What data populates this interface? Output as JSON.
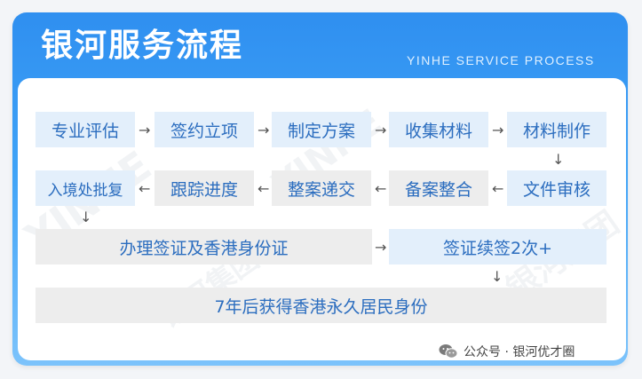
{
  "header": {
    "title": "银河服务流程",
    "subtitle": "YINHE SERVICE PROCESS"
  },
  "watermark": {
    "text1": "YINHE",
    "text2": "银河集团"
  },
  "steps": {
    "row1": [
      "专业评估",
      "签约立项",
      "制定方案",
      "收集材料",
      "材料制作"
    ],
    "row2": [
      "入境处批复",
      "跟踪进度",
      "整案递交",
      "备案整合",
      "文件审核"
    ],
    "row3": [
      "办理签证及香港身份证",
      "签证续签2次+"
    ],
    "row4": [
      "7年后获得香港永久居民身份"
    ]
  },
  "arrows": {
    "right": "→",
    "left": "←",
    "down": "↓"
  },
  "footer": {
    "text": "公众号 · 银河优才圈"
  },
  "colors": {
    "accent": "#2f8ff0",
    "box_blue": "#e3effb",
    "box_gray": "#ededed",
    "text_blue": "#2b6dbf"
  }
}
